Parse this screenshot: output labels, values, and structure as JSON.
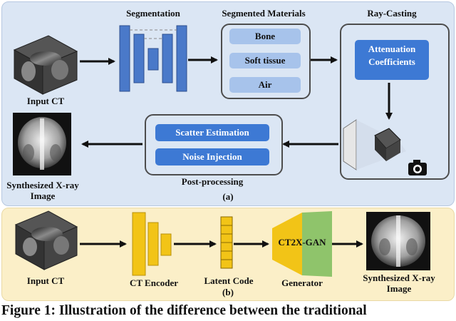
{
  "panel_a": {
    "segmentation_title": "Segmentation",
    "segmented_materials_title": "Segmented Materials",
    "ray_casting_title": "Ray-Casting",
    "materials": [
      "Bone",
      "Soft tissue",
      "Air"
    ],
    "attenuation_label": "Attenuation Coefficients",
    "input_ct_label": "Input CT",
    "post_processing_steps": [
      "Scatter Estimation",
      "Noise Injection"
    ],
    "post_processing_title": "Post-processing",
    "synthesized_label": "Synthesized X-ray Image",
    "tag": "(a)"
  },
  "panel_b": {
    "input_ct_label": "Input CT",
    "encoder_label": "CT Encoder",
    "latent_label": "Latent Code",
    "generator_name": "CT2X-GAN",
    "generator_label": "Generator",
    "synthesized_label": "Synthesized X-ray Image",
    "tag": "(b)"
  },
  "caption": "Figure 1: Illustration of the difference between the traditional",
  "colors": {
    "panel_a_bg": "#dbe6f4",
    "panel_b_bg": "#fbefc8",
    "encoder_yellow": "#f2c417",
    "generator_yellow": "#f2c417",
    "generator_green": "#8fc46b",
    "network_blue": "#4a79c9",
    "pill_blue": "#3d79d4",
    "pill_light": "#a7c3eb"
  },
  "icons": [
    "ct-volume-icon",
    "xray-image-icon",
    "camera-icon",
    "xray-source-icon"
  ]
}
